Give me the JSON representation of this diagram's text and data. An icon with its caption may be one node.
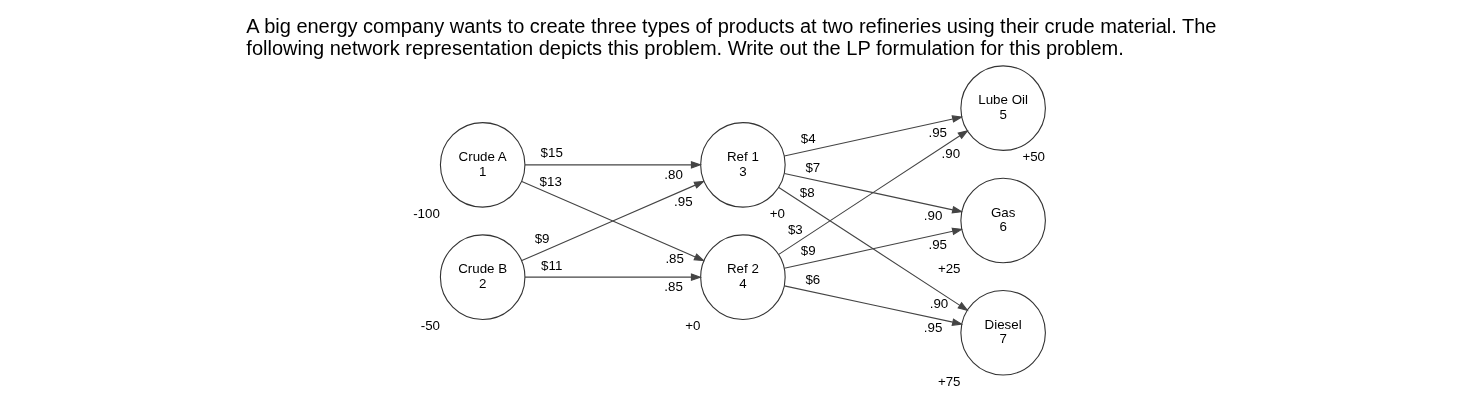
{
  "diagram": {
    "title": "A big energy company wants to create three types of products at two refineries using their crude material. The following network representation depicts this problem. Write out the LP formulation for this problem.",
    "nodes": [
      {
        "text": [
          "Crude A",
          "1"
        ],
        "beside": [
          "-100"
        ]
      },
      {
        "text": [
          "Crude B",
          "2"
        ],
        "beside": [
          "-50"
        ]
      },
      {
        "text": [
          "Ref 1",
          "3"
        ],
        "beside": [
          "+0"
        ]
      },
      {
        "text": [
          "Ref 2",
          "4"
        ],
        "beside": [
          "+0"
        ]
      },
      {
        "text": [
          "Lube Oil",
          "5"
        ],
        "beside": [
          "+50"
        ]
      },
      {
        "text": [
          "Gas",
          "6"
        ],
        "beside": [
          "+25"
        ]
      },
      {
        "text": [
          "Diesel",
          "7"
        ],
        "beside": [
          "+75"
        ]
      }
    ],
    "edges": [
      {
        "from": 0,
        "to": 2,
        "arrow": "to",
        "label": [
          "$15",
          ".80"
        ]
      },
      {
        "from": 0,
        "to": 3,
        "arrow": "to",
        "label": [
          "$13",
          ".85"
        ]
      },
      {
        "from": 1,
        "to": 2,
        "arrow": "to",
        "label": [
          "$9",
          ".95"
        ]
      },
      {
        "from": 1,
        "to": 3,
        "arrow": "to",
        "label": [
          "$11",
          ".85"
        ]
      },
      {
        "from": 2,
        "to": 4,
        "arrow": "to",
        "label": [
          "$4",
          ".95"
        ]
      },
      {
        "from": 2,
        "to": 5,
        "arrow": "to",
        "label": [
          "$7",
          ".90"
        ]
      },
      {
        "from": 2,
        "to": 6,
        "arrow": "to",
        "label": [
          "$8",
          ".90"
        ]
      },
      {
        "from": 3,
        "to": 4,
        "arrow": "to",
        "label": [
          "$3",
          ".90"
        ]
      },
      {
        "from": 3,
        "to": 5,
        "arrow": "to",
        "label": [
          "$9",
          ".95"
        ]
      },
      {
        "from": 3,
        "to": 6,
        "arrow": "to",
        "label": [
          "$6",
          ".95"
        ]
      }
    ]
  }
}
